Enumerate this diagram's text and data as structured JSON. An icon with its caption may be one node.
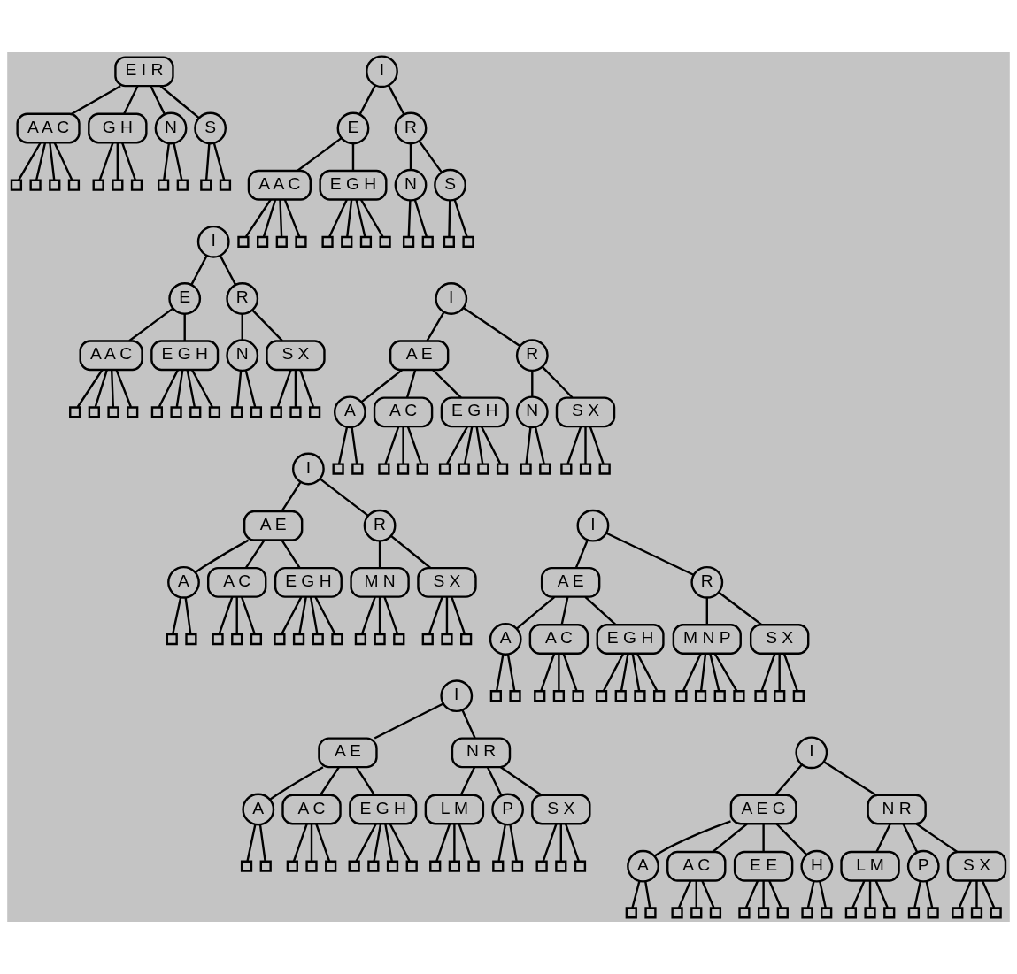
{
  "diagram": {
    "nodes": [
      {
        "text": [
          "E I R"
        ]
      },
      {
        "text": [
          "A A C"
        ]
      },
      {
        "text": [
          "G H"
        ]
      },
      {
        "text": [
          "N"
        ]
      },
      {
        "text": [
          "S"
        ]
      },
      {
        "text": [],
        "shape": "box"
      },
      {
        "text": [],
        "shape": "box"
      },
      {
        "text": [],
        "shape": "box"
      },
      {
        "text": [],
        "shape": "box"
      },
      {
        "text": [],
        "shape": "box"
      },
      {
        "text": [],
        "shape": "box"
      },
      {
        "text": [],
        "shape": "box"
      },
      {
        "text": [],
        "shape": "box"
      },
      {
        "text": [],
        "shape": "box"
      },
      {
        "text": [],
        "shape": "box"
      },
      {
        "text": [],
        "shape": "box"
      },
      {
        "text": [
          "I"
        ]
      },
      {
        "text": [
          "E"
        ]
      },
      {
        "text": [
          "R"
        ]
      },
      {
        "text": [
          "A A C"
        ]
      },
      {
        "text": [
          "E G H"
        ]
      },
      {
        "text": [
          "N"
        ]
      },
      {
        "text": [
          "S"
        ]
      },
      {
        "text": [],
        "shape": "box"
      },
      {
        "text": [],
        "shape": "box"
      },
      {
        "text": [],
        "shape": "box"
      },
      {
        "text": [],
        "shape": "box"
      },
      {
        "text": [],
        "shape": "box"
      },
      {
        "text": [],
        "shape": "box"
      },
      {
        "text": [],
        "shape": "box"
      },
      {
        "text": [],
        "shape": "box"
      },
      {
        "text": [],
        "shape": "box"
      },
      {
        "text": [],
        "shape": "box"
      },
      {
        "text": [],
        "shape": "box"
      },
      {
        "text": [],
        "shape": "box"
      },
      {
        "text": [
          "I"
        ]
      },
      {
        "text": [
          "E"
        ]
      },
      {
        "text": [
          "R"
        ]
      },
      {
        "text": [
          "A A C"
        ]
      },
      {
        "text": [
          "E G H"
        ]
      },
      {
        "text": [
          "N"
        ]
      },
      {
        "text": [
          "S X"
        ]
      },
      {
        "text": [],
        "shape": "box"
      },
      {
        "text": [],
        "shape": "box"
      },
      {
        "text": [],
        "shape": "box"
      },
      {
        "text": [],
        "shape": "box"
      },
      {
        "text": [],
        "shape": "box"
      },
      {
        "text": [],
        "shape": "box"
      },
      {
        "text": [],
        "shape": "box"
      },
      {
        "text": [],
        "shape": "box"
      },
      {
        "text": [],
        "shape": "box"
      },
      {
        "text": [],
        "shape": "box"
      },
      {
        "text": [],
        "shape": "box"
      },
      {
        "text": [],
        "shape": "box"
      },
      {
        "text": [],
        "shape": "box"
      },
      {
        "text": [
          "I"
        ]
      },
      {
        "text": [
          "A E"
        ]
      },
      {
        "text": [
          "R"
        ]
      },
      {
        "text": [
          "A"
        ]
      },
      {
        "text": [
          "A C"
        ]
      },
      {
        "text": [
          "E G H"
        ]
      },
      {
        "text": [
          "N"
        ]
      },
      {
        "text": [
          "S X"
        ]
      },
      {
        "text": [],
        "shape": "box"
      },
      {
        "text": [],
        "shape": "box"
      },
      {
        "text": [],
        "shape": "box"
      },
      {
        "text": [],
        "shape": "box"
      },
      {
        "text": [],
        "shape": "box"
      },
      {
        "text": [],
        "shape": "box"
      },
      {
        "text": [],
        "shape": "box"
      },
      {
        "text": [],
        "shape": "box"
      },
      {
        "text": [],
        "shape": "box"
      },
      {
        "text": [],
        "shape": "box"
      },
      {
        "text": [],
        "shape": "box"
      },
      {
        "text": [],
        "shape": "box"
      },
      {
        "text": [],
        "shape": "box"
      },
      {
        "text": [],
        "shape": "box"
      },
      {
        "text": [
          "I"
        ]
      },
      {
        "text": [
          "A E"
        ]
      },
      {
        "text": [
          "R"
        ]
      },
      {
        "text": [
          "A"
        ]
      },
      {
        "text": [
          "A C"
        ]
      },
      {
        "text": [
          "E G H"
        ]
      },
      {
        "text": [
          "M N"
        ]
      },
      {
        "text": [
          "S X"
        ]
      },
      {
        "text": [],
        "shape": "box"
      },
      {
        "text": [],
        "shape": "box"
      },
      {
        "text": [],
        "shape": "box"
      },
      {
        "text": [],
        "shape": "box"
      },
      {
        "text": [],
        "shape": "box"
      },
      {
        "text": [],
        "shape": "box"
      },
      {
        "text": [],
        "shape": "box"
      },
      {
        "text": [],
        "shape": "box"
      },
      {
        "text": [],
        "shape": "box"
      },
      {
        "text": [],
        "shape": "box"
      },
      {
        "text": [],
        "shape": "box"
      },
      {
        "text": [],
        "shape": "box"
      },
      {
        "text": [],
        "shape": "box"
      },
      {
        "text": [],
        "shape": "box"
      },
      {
        "text": [],
        "shape": "box"
      },
      {
        "text": [
          "I"
        ]
      },
      {
        "text": [
          "A E"
        ]
      },
      {
        "text": [
          "R"
        ]
      },
      {
        "text": [
          "A"
        ]
      },
      {
        "text": [
          "A C"
        ]
      },
      {
        "text": [
          "E G H"
        ]
      },
      {
        "text": [
          "M N P"
        ]
      },
      {
        "text": [
          "S X"
        ]
      },
      {
        "text": [],
        "shape": "box"
      },
      {
        "text": [],
        "shape": "box"
      },
      {
        "text": [],
        "shape": "box"
      },
      {
        "text": [],
        "shape": "box"
      },
      {
        "text": [],
        "shape": "box"
      },
      {
        "text": [],
        "shape": "box"
      },
      {
        "text": [],
        "shape": "box"
      },
      {
        "text": [],
        "shape": "box"
      },
      {
        "text": [],
        "shape": "box"
      },
      {
        "text": [],
        "shape": "box"
      },
      {
        "text": [],
        "shape": "box"
      },
      {
        "text": [],
        "shape": "box"
      },
      {
        "text": [],
        "shape": "box"
      },
      {
        "text": [],
        "shape": "box"
      },
      {
        "text": [],
        "shape": "box"
      },
      {
        "text": [],
        "shape": "box"
      },
      {
        "text": [
          "I"
        ]
      },
      {
        "text": [
          "A E"
        ]
      },
      {
        "text": [
          "N R"
        ]
      },
      {
        "text": [
          "A"
        ]
      },
      {
        "text": [
          "A C"
        ]
      },
      {
        "text": [
          "E G H"
        ]
      },
      {
        "text": [
          "L M"
        ]
      },
      {
        "text": [
          "P"
        ]
      },
      {
        "text": [
          "S X"
        ]
      },
      {
        "text": [],
        "shape": "box"
      },
      {
        "text": [],
        "shape": "box"
      },
      {
        "text": [],
        "shape": "box"
      },
      {
        "text": [],
        "shape": "box"
      },
      {
        "text": [],
        "shape": "box"
      },
      {
        "text": [],
        "shape": "box"
      },
      {
        "text": [],
        "shape": "box"
      },
      {
        "text": [],
        "shape": "box"
      },
      {
        "text": [],
        "shape": "box"
      },
      {
        "text": [],
        "shape": "box"
      },
      {
        "text": [],
        "shape": "box"
      },
      {
        "text": [],
        "shape": "box"
      },
      {
        "text": [],
        "shape": "box"
      },
      {
        "text": [],
        "shape": "box"
      },
      {
        "text": [],
        "shape": "box"
      },
      {
        "text": [],
        "shape": "box"
      },
      {
        "text": [],
        "shape": "box"
      },
      {
        "text": [
          "I"
        ]
      },
      {
        "text": [
          "A E G"
        ]
      },
      {
        "text": [
          "N R"
        ]
      },
      {
        "text": [
          "A"
        ]
      },
      {
        "text": [
          "A C"
        ]
      },
      {
        "text": [
          "E E"
        ]
      },
      {
        "text": [
          "H"
        ]
      },
      {
        "text": [
          "L M"
        ]
      },
      {
        "text": [
          "P"
        ]
      },
      {
        "text": [
          "S X"
        ]
      },
      {
        "text": [],
        "shape": "box"
      },
      {
        "text": [],
        "shape": "box"
      },
      {
        "text": [],
        "shape": "box"
      },
      {
        "text": [],
        "shape": "box"
      },
      {
        "text": [],
        "shape": "box"
      },
      {
        "text": [],
        "shape": "box"
      },
      {
        "text": [],
        "shape": "box"
      },
      {
        "text": [],
        "shape": "box"
      },
      {
        "text": [],
        "shape": "box"
      },
      {
        "text": [],
        "shape": "box"
      },
      {
        "text": [],
        "shape": "box"
      },
      {
        "text": [],
        "shape": "box"
      },
      {
        "text": [],
        "shape": "box"
      },
      {
        "text": [],
        "shape": "box"
      },
      {
        "text": [],
        "shape": "box"
      },
      {
        "text": [],
        "shape": "box"
      },
      {
        "text": [],
        "shape": "box"
      },
      {
        "text": [],
        "shape": "box"
      }
    ],
    "edges": [
      {
        "from": 0,
        "to": 1,
        "arrow": "none"
      },
      {
        "from": 0,
        "to": 2,
        "arrow": "none"
      },
      {
        "from": 0,
        "to": 3,
        "arrow": "none"
      },
      {
        "from": 0,
        "to": 4,
        "arrow": "none"
      },
      {
        "from": 1,
        "to": 5,
        "arrow": "none"
      },
      {
        "from": 1,
        "to": 6,
        "arrow": "none"
      },
      {
        "from": 1,
        "to": 7,
        "arrow": "none"
      },
      {
        "from": 1,
        "to": 8,
        "arrow": "none"
      },
      {
        "from": 2,
        "to": 9,
        "arrow": "none"
      },
      {
        "from": 2,
        "to": 10,
        "arrow": "none"
      },
      {
        "from": 2,
        "to": 11,
        "arrow": "none"
      },
      {
        "from": 3,
        "to": 12,
        "arrow": "none"
      },
      {
        "from": 3,
        "to": 13,
        "arrow": "none"
      },
      {
        "from": 4,
        "to": 14,
        "arrow": "none"
      },
      {
        "from": 4,
        "to": 15,
        "arrow": "none"
      },
      {
        "from": 16,
        "to": 17,
        "arrow": "none"
      },
      {
        "from": 16,
        "to": 18,
        "arrow": "none"
      },
      {
        "from": 17,
        "to": 19,
        "arrow": "none"
      },
      {
        "from": 17,
        "to": 20,
        "arrow": "none"
      },
      {
        "from": 18,
        "to": 21,
        "arrow": "none"
      },
      {
        "from": 18,
        "to": 22,
        "arrow": "none"
      },
      {
        "from": 19,
        "to": 23,
        "arrow": "none"
      },
      {
        "from": 19,
        "to": 24,
        "arrow": "none"
      },
      {
        "from": 19,
        "to": 25,
        "arrow": "none"
      },
      {
        "from": 19,
        "to": 26,
        "arrow": "none"
      },
      {
        "from": 20,
        "to": 27,
        "arrow": "none"
      },
      {
        "from": 20,
        "to": 28,
        "arrow": "none"
      },
      {
        "from": 20,
        "to": 29,
        "arrow": "none"
      },
      {
        "from": 20,
        "to": 30,
        "arrow": "none"
      },
      {
        "from": 21,
        "to": 31,
        "arrow": "none"
      },
      {
        "from": 21,
        "to": 32,
        "arrow": "none"
      },
      {
        "from": 22,
        "to": 33,
        "arrow": "none"
      },
      {
        "from": 22,
        "to": 34,
        "arrow": "none"
      },
      {
        "from": 35,
        "to": 36,
        "arrow": "none"
      },
      {
        "from": 35,
        "to": 37,
        "arrow": "none"
      },
      {
        "from": 36,
        "to": 38,
        "arrow": "none"
      },
      {
        "from": 36,
        "to": 39,
        "arrow": "none"
      },
      {
        "from": 37,
        "to": 40,
        "arrow": "none"
      },
      {
        "from": 37,
        "to": 41,
        "arrow": "none"
      },
      {
        "from": 38,
        "to": 42,
        "arrow": "none"
      },
      {
        "from": 38,
        "to": 43,
        "arrow": "none"
      },
      {
        "from": 38,
        "to": 44,
        "arrow": "none"
      },
      {
        "from": 38,
        "to": 45,
        "arrow": "none"
      },
      {
        "from": 39,
        "to": 46,
        "arrow": "none"
      },
      {
        "from": 39,
        "to": 47,
        "arrow": "none"
      },
      {
        "from": 39,
        "to": 48,
        "arrow": "none"
      },
      {
        "from": 39,
        "to": 49,
        "arrow": "none"
      },
      {
        "from": 40,
        "to": 50,
        "arrow": "none"
      },
      {
        "from": 40,
        "to": 51,
        "arrow": "none"
      },
      {
        "from": 41,
        "to": 52,
        "arrow": "none"
      },
      {
        "from": 41,
        "to": 53,
        "arrow": "none"
      },
      {
        "from": 41,
        "to": 54,
        "arrow": "none"
      },
      {
        "from": 55,
        "to": 56,
        "arrow": "none"
      },
      {
        "from": 55,
        "to": 57,
        "arrow": "none"
      },
      {
        "from": 56,
        "to": 58,
        "arrow": "none"
      },
      {
        "from": 56,
        "to": 59,
        "arrow": "none"
      },
      {
        "from": 56,
        "to": 60,
        "arrow": "none"
      },
      {
        "from": 57,
        "to": 61,
        "arrow": "none"
      },
      {
        "from": 57,
        "to": 62,
        "arrow": "none"
      },
      {
        "from": 58,
        "to": 63,
        "arrow": "none"
      },
      {
        "from": 58,
        "to": 64,
        "arrow": "none"
      },
      {
        "from": 59,
        "to": 65,
        "arrow": "none"
      },
      {
        "from": 59,
        "to": 66,
        "arrow": "none"
      },
      {
        "from": 59,
        "to": 67,
        "arrow": "none"
      },
      {
        "from": 60,
        "to": 68,
        "arrow": "none"
      },
      {
        "from": 60,
        "to": 69,
        "arrow": "none"
      },
      {
        "from": 60,
        "to": 70,
        "arrow": "none"
      },
      {
        "from": 60,
        "to": 71,
        "arrow": "none"
      },
      {
        "from": 61,
        "to": 72,
        "arrow": "none"
      },
      {
        "from": 61,
        "to": 73,
        "arrow": "none"
      },
      {
        "from": 62,
        "to": 74,
        "arrow": "none"
      },
      {
        "from": 62,
        "to": 75,
        "arrow": "none"
      },
      {
        "from": 62,
        "to": 76,
        "arrow": "none"
      },
      {
        "from": 77,
        "to": 78,
        "arrow": "none"
      },
      {
        "from": 77,
        "to": 79,
        "arrow": "none"
      },
      {
        "from": 78,
        "to": 80,
        "arrow": "none"
      },
      {
        "from": 78,
        "to": 81,
        "arrow": "none"
      },
      {
        "from": 78,
        "to": 82,
        "arrow": "none"
      },
      {
        "from": 79,
        "to": 83,
        "arrow": "none"
      },
      {
        "from": 79,
        "to": 84,
        "arrow": "none"
      },
      {
        "from": 80,
        "to": 85,
        "arrow": "none"
      },
      {
        "from": 80,
        "to": 86,
        "arrow": "none"
      },
      {
        "from": 81,
        "to": 87,
        "arrow": "none"
      },
      {
        "from": 81,
        "to": 88,
        "arrow": "none"
      },
      {
        "from": 81,
        "to": 89,
        "arrow": "none"
      },
      {
        "from": 82,
        "to": 90,
        "arrow": "none"
      },
      {
        "from": 82,
        "to": 91,
        "arrow": "none"
      },
      {
        "from": 82,
        "to": 92,
        "arrow": "none"
      },
      {
        "from": 82,
        "to": 93,
        "arrow": "none"
      },
      {
        "from": 83,
        "to": 94,
        "arrow": "none"
      },
      {
        "from": 83,
        "to": 95,
        "arrow": "none"
      },
      {
        "from": 83,
        "to": 96,
        "arrow": "none"
      },
      {
        "from": 84,
        "to": 97,
        "arrow": "none"
      },
      {
        "from": 84,
        "to": 98,
        "arrow": "none"
      },
      {
        "from": 84,
        "to": 99,
        "arrow": "none"
      },
      {
        "from": 100,
        "to": 101,
        "arrow": "none"
      },
      {
        "from": 100,
        "to": 102,
        "arrow": "none"
      },
      {
        "from": 101,
        "to": 103,
        "arrow": "none"
      },
      {
        "from": 101,
        "to": 104,
        "arrow": "none"
      },
      {
        "from": 101,
        "to": 105,
        "arrow": "none"
      },
      {
        "from": 102,
        "to": 106,
        "arrow": "none"
      },
      {
        "from": 102,
        "to": 107,
        "arrow": "none"
      },
      {
        "from": 103,
        "to": 108,
        "arrow": "none"
      },
      {
        "from": 103,
        "to": 109,
        "arrow": "none"
      },
      {
        "from": 104,
        "to": 110,
        "arrow": "none"
      },
      {
        "from": 104,
        "to": 111,
        "arrow": "none"
      },
      {
        "from": 104,
        "to": 112,
        "arrow": "none"
      },
      {
        "from": 105,
        "to": 113,
        "arrow": "none"
      },
      {
        "from": 105,
        "to": 114,
        "arrow": "none"
      },
      {
        "from": 105,
        "to": 115,
        "arrow": "none"
      },
      {
        "from": 105,
        "to": 116,
        "arrow": "none"
      },
      {
        "from": 106,
        "to": 117,
        "arrow": "none"
      },
      {
        "from": 106,
        "to": 118,
        "arrow": "none"
      },
      {
        "from": 106,
        "to": 119,
        "arrow": "none"
      },
      {
        "from": 106,
        "to": 120,
        "arrow": "none"
      },
      {
        "from": 107,
        "to": 121,
        "arrow": "none"
      },
      {
        "from": 107,
        "to": 122,
        "arrow": "none"
      },
      {
        "from": 107,
        "to": 123,
        "arrow": "none"
      },
      {
        "from": 124,
        "to": 125,
        "arrow": "none"
      },
      {
        "from": 124,
        "to": 126,
        "arrow": "none"
      },
      {
        "from": 125,
        "to": 127,
        "arrow": "none"
      },
      {
        "from": 125,
        "to": 128,
        "arrow": "none"
      },
      {
        "from": 125,
        "to": 129,
        "arrow": "none"
      },
      {
        "from": 126,
        "to": 130,
        "arrow": "none"
      },
      {
        "from": 126,
        "to": 131,
        "arrow": "none"
      },
      {
        "from": 126,
        "to": 132,
        "arrow": "none"
      },
      {
        "from": 127,
        "to": 133,
        "arrow": "none"
      },
      {
        "from": 127,
        "to": 134,
        "arrow": "none"
      },
      {
        "from": 128,
        "to": 135,
        "arrow": "none"
      },
      {
        "from": 128,
        "to": 136,
        "arrow": "none"
      },
      {
        "from": 128,
        "to": 137,
        "arrow": "none"
      },
      {
        "from": 129,
        "to": 138,
        "arrow": "none"
      },
      {
        "from": 129,
        "to": 139,
        "arrow": "none"
      },
      {
        "from": 129,
        "to": 140,
        "arrow": "none"
      },
      {
        "from": 129,
        "to": 141,
        "arrow": "none"
      },
      {
        "from": 130,
        "to": 142,
        "arrow": "none"
      },
      {
        "from": 130,
        "to": 143,
        "arrow": "none"
      },
      {
        "from": 130,
        "to": 144,
        "arrow": "none"
      },
      {
        "from": 131,
        "to": 145,
        "arrow": "none"
      },
      {
        "from": 131,
        "to": 146,
        "arrow": "none"
      },
      {
        "from": 132,
        "to": 147,
        "arrow": "none"
      },
      {
        "from": 132,
        "to": 148,
        "arrow": "none"
      },
      {
        "from": 132,
        "to": 149,
        "arrow": "none"
      },
      {
        "from": 150,
        "to": 151,
        "arrow": "none"
      },
      {
        "from": 150,
        "to": 152,
        "arrow": "none"
      },
      {
        "from": 151,
        "to": 153,
        "arrow": "none"
      },
      {
        "from": 151,
        "to": 154,
        "arrow": "none"
      },
      {
        "from": 151,
        "to": 155,
        "arrow": "none"
      },
      {
        "from": 151,
        "to": 156,
        "arrow": "none"
      },
      {
        "from": 152,
        "to": 157,
        "arrow": "none"
      },
      {
        "from": 152,
        "to": 158,
        "arrow": "none"
      },
      {
        "from": 152,
        "to": 159,
        "arrow": "none"
      },
      {
        "from": 153,
        "to": 160,
        "arrow": "none"
      },
      {
        "from": 153,
        "to": 161,
        "arrow": "none"
      },
      {
        "from": 154,
        "to": 162,
        "arrow": "none"
      },
      {
        "from": 154,
        "to": 163,
        "arrow": "none"
      },
      {
        "from": 154,
        "to": 164,
        "arrow": "none"
      },
      {
        "from": 155,
        "to": 165,
        "arrow": "none"
      },
      {
        "from": 155,
        "to": 166,
        "arrow": "none"
      },
      {
        "from": 155,
        "to": 167,
        "arrow": "none"
      },
      {
        "from": 156,
        "to": 168,
        "arrow": "none"
      },
      {
        "from": 156,
        "to": 169,
        "arrow": "none"
      },
      {
        "from": 157,
        "to": 170,
        "arrow": "none"
      },
      {
        "from": 157,
        "to": 171,
        "arrow": "none"
      },
      {
        "from": 157,
        "to": 172,
        "arrow": "none"
      },
      {
        "from": 158,
        "to": 173,
        "arrow": "none"
      },
      {
        "from": 158,
        "to": 174,
        "arrow": "none"
      },
      {
        "from": 159,
        "to": 175,
        "arrow": "none"
      },
      {
        "from": 159,
        "to": 176,
        "arrow": "none"
      },
      {
        "from": 159,
        "to": 177,
        "arrow": "none"
      }
    ]
  }
}
